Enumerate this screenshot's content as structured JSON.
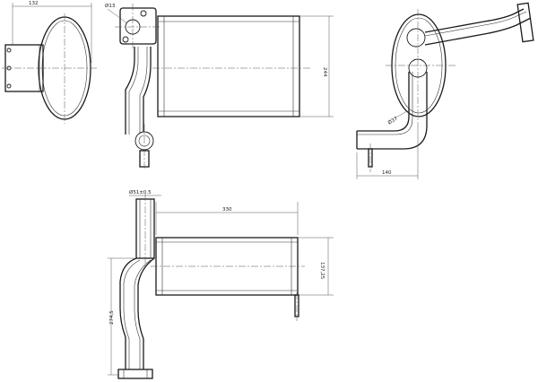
{
  "drawing": {
    "side_view": {
      "dim_width": "132"
    },
    "front_view": {
      "dim_flange": "Ø13",
      "dim_height": "244"
    },
    "right_view": {
      "dim_radius": "Ø37",
      "dim_offset": "140"
    },
    "bottom_view": {
      "dim_pipe": "Ø51±0.5",
      "dim_length": "330",
      "dim_body_height": "137,25",
      "dim_total_height": "274,5"
    }
  }
}
